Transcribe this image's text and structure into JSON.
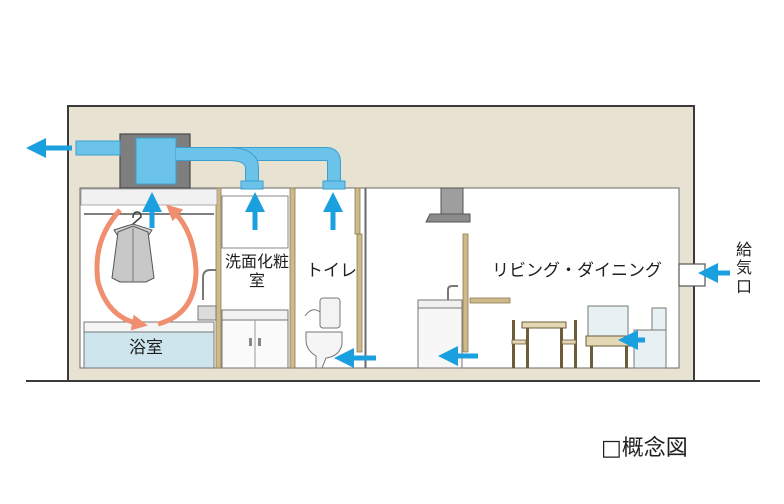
{
  "labels": {
    "bathroom": "浴室",
    "washroom": "洗面化粧室",
    "toilet": "トイレ",
    "living_dining": "リビング・ダイニング",
    "air_inlet": "給気口",
    "concept": "□概念図"
  },
  "colors": {
    "house_fill": "#e8e2d3",
    "outline": "#3a3a3a",
    "duct": "#6cc3e9",
    "duct_edge": "#3b9fcf",
    "airflow_arrow": "#1a9fdf",
    "circulation_arrow": "#ef8f6f",
    "wall_wood": "#cdb98a",
    "bath_tub": "#cfe5ee"
  }
}
